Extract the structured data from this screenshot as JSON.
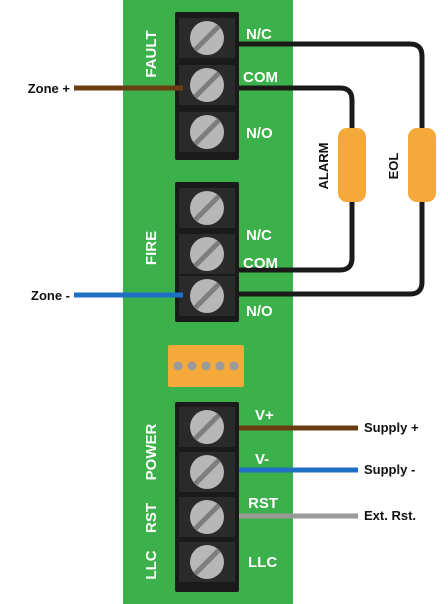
{
  "board": {
    "color": "#3cb04a",
    "terminal_blocks": [
      {
        "label": "FAULT",
        "terminals": [
          "N/C",
          "COM",
          "N/O"
        ]
      },
      {
        "label": "FIRE",
        "terminals": [
          "N/C",
          "COM",
          "N/O"
        ]
      }
    ],
    "lower_labels": [
      "POWER",
      "RST",
      "LLC"
    ],
    "lower_terminals": [
      "V+",
      "V-",
      "RST",
      "LLC"
    ]
  },
  "components": {
    "alarm": "ALARM",
    "eol": "EOL"
  },
  "external_labels": {
    "zone_plus": "Zone +",
    "zone_minus": "Zone -",
    "supply_plus": "Supply +",
    "supply_minus": "Supply -",
    "ext_rst": "Ext. Rst."
  },
  "colors": {
    "zone_plus_wire": "#6b3d12",
    "zone_minus_wire": "#1f6fc4",
    "supply_plus_wire": "#6b3d12",
    "supply_minus_wire": "#1f6fc4",
    "ext_rst_wire": "#9a9a9a",
    "loop_wire": "#1a1a1a",
    "component": "#f5a93b"
  }
}
